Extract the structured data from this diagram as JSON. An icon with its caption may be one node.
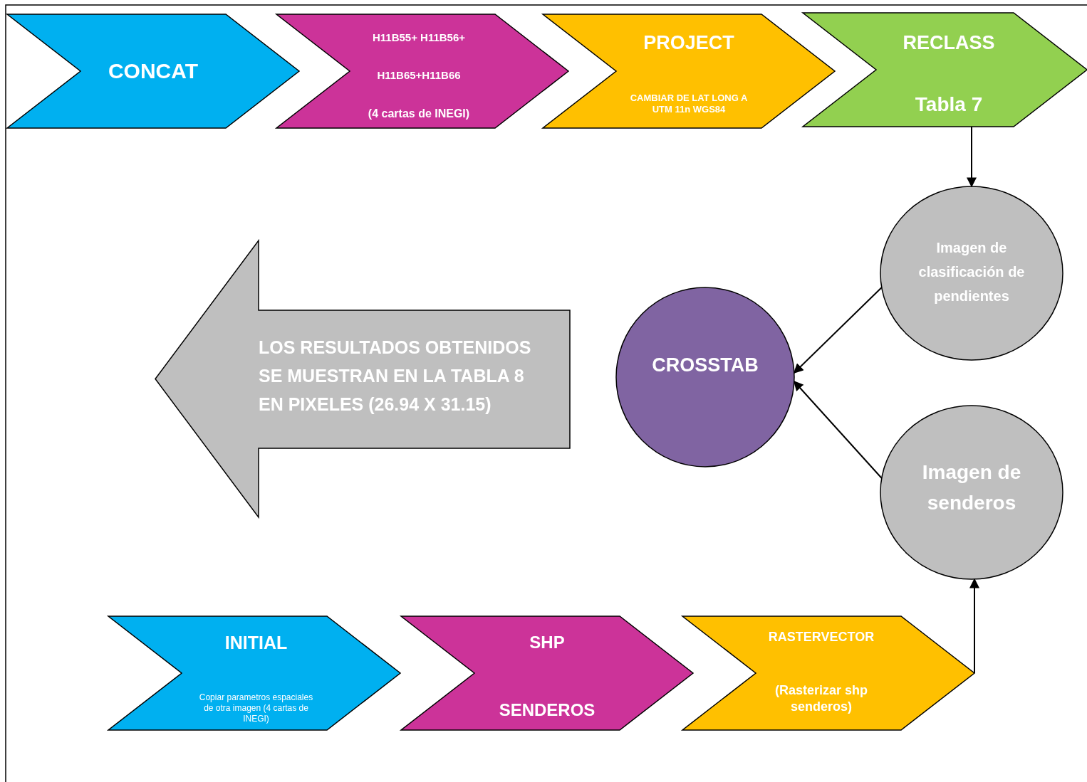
{
  "diagram": {
    "nodes": [
      {
        "text": [
          "CONCAT"
        ]
      },
      {
        "text": [
          "H11B55+ H11B56+",
          "H11B65+H11B66",
          "(4 cartas de INEGI)"
        ]
      },
      {
        "text": [
          "PROJECT",
          "CAMBIAR DE LAT LONG A UTM 11n WGS84"
        ]
      },
      {
        "text": [
          "RECLASS",
          "Tabla 7"
        ]
      },
      {
        "text": [
          "Imagen de clasificación de pendientes"
        ]
      },
      {
        "text": [
          "CROSSTAB"
        ]
      },
      {
        "text": [
          "Imagen de senderos"
        ]
      },
      {
        "text": [
          "LOS RESULTADOS OBTENIDOS SE MUESTRAN EN LA TABLA 8 EN PIXELES (26.94 X 31.15)"
        ]
      },
      {
        "text": [
          "INITIAL",
          "Copiar parametros espaciales de otra imagen (4 cartas de INEGI)"
        ]
      },
      {
        "text": [
          "SHP",
          "SENDEROS"
        ]
      },
      {
        "text": [
          "RASTERVECTOR",
          "(Rasterizar shp senderos)"
        ]
      }
    ],
    "edges": [
      {
        "from": 3,
        "to": 4,
        "arrow": "to"
      },
      {
        "from": 4,
        "to": 5,
        "arrow": "to"
      },
      {
        "from": 6,
        "to": 5,
        "arrow": "to"
      },
      {
        "from": 10,
        "to": 6,
        "arrow": "to"
      }
    ]
  }
}
